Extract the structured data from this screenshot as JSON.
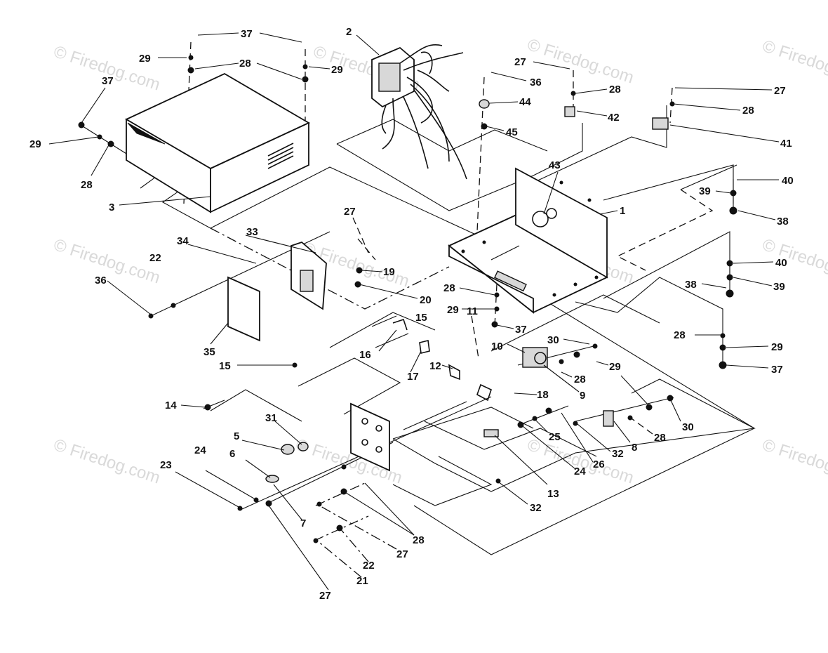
{
  "watermark": "© Firedog.com",
  "callouts": {
    "c1": "1",
    "c2": "2",
    "c3": "3",
    "c5": "5",
    "c6": "6",
    "c7": "7",
    "c8": "8",
    "c9": "9",
    "c10": "10",
    "c11": "11",
    "c12": "12",
    "c13": "13",
    "c14": "14",
    "c15": "15",
    "c16": "16",
    "c17": "17",
    "c18": "18",
    "c19": "19",
    "c20": "20",
    "c21": "21",
    "c22": "22",
    "c23": "23",
    "c24": "24",
    "c25": "25",
    "c26": "26",
    "c27": "27",
    "c28": "28",
    "c29": "29",
    "c30": "30",
    "c31": "31",
    "c32": "32",
    "c33": "33",
    "c34": "34",
    "c35": "35",
    "c36": "36",
    "c37": "37",
    "c38": "38",
    "c39": "39",
    "c40": "40",
    "c41": "41",
    "c42": "42",
    "c43": "43",
    "c44": "44",
    "c45": "45"
  }
}
